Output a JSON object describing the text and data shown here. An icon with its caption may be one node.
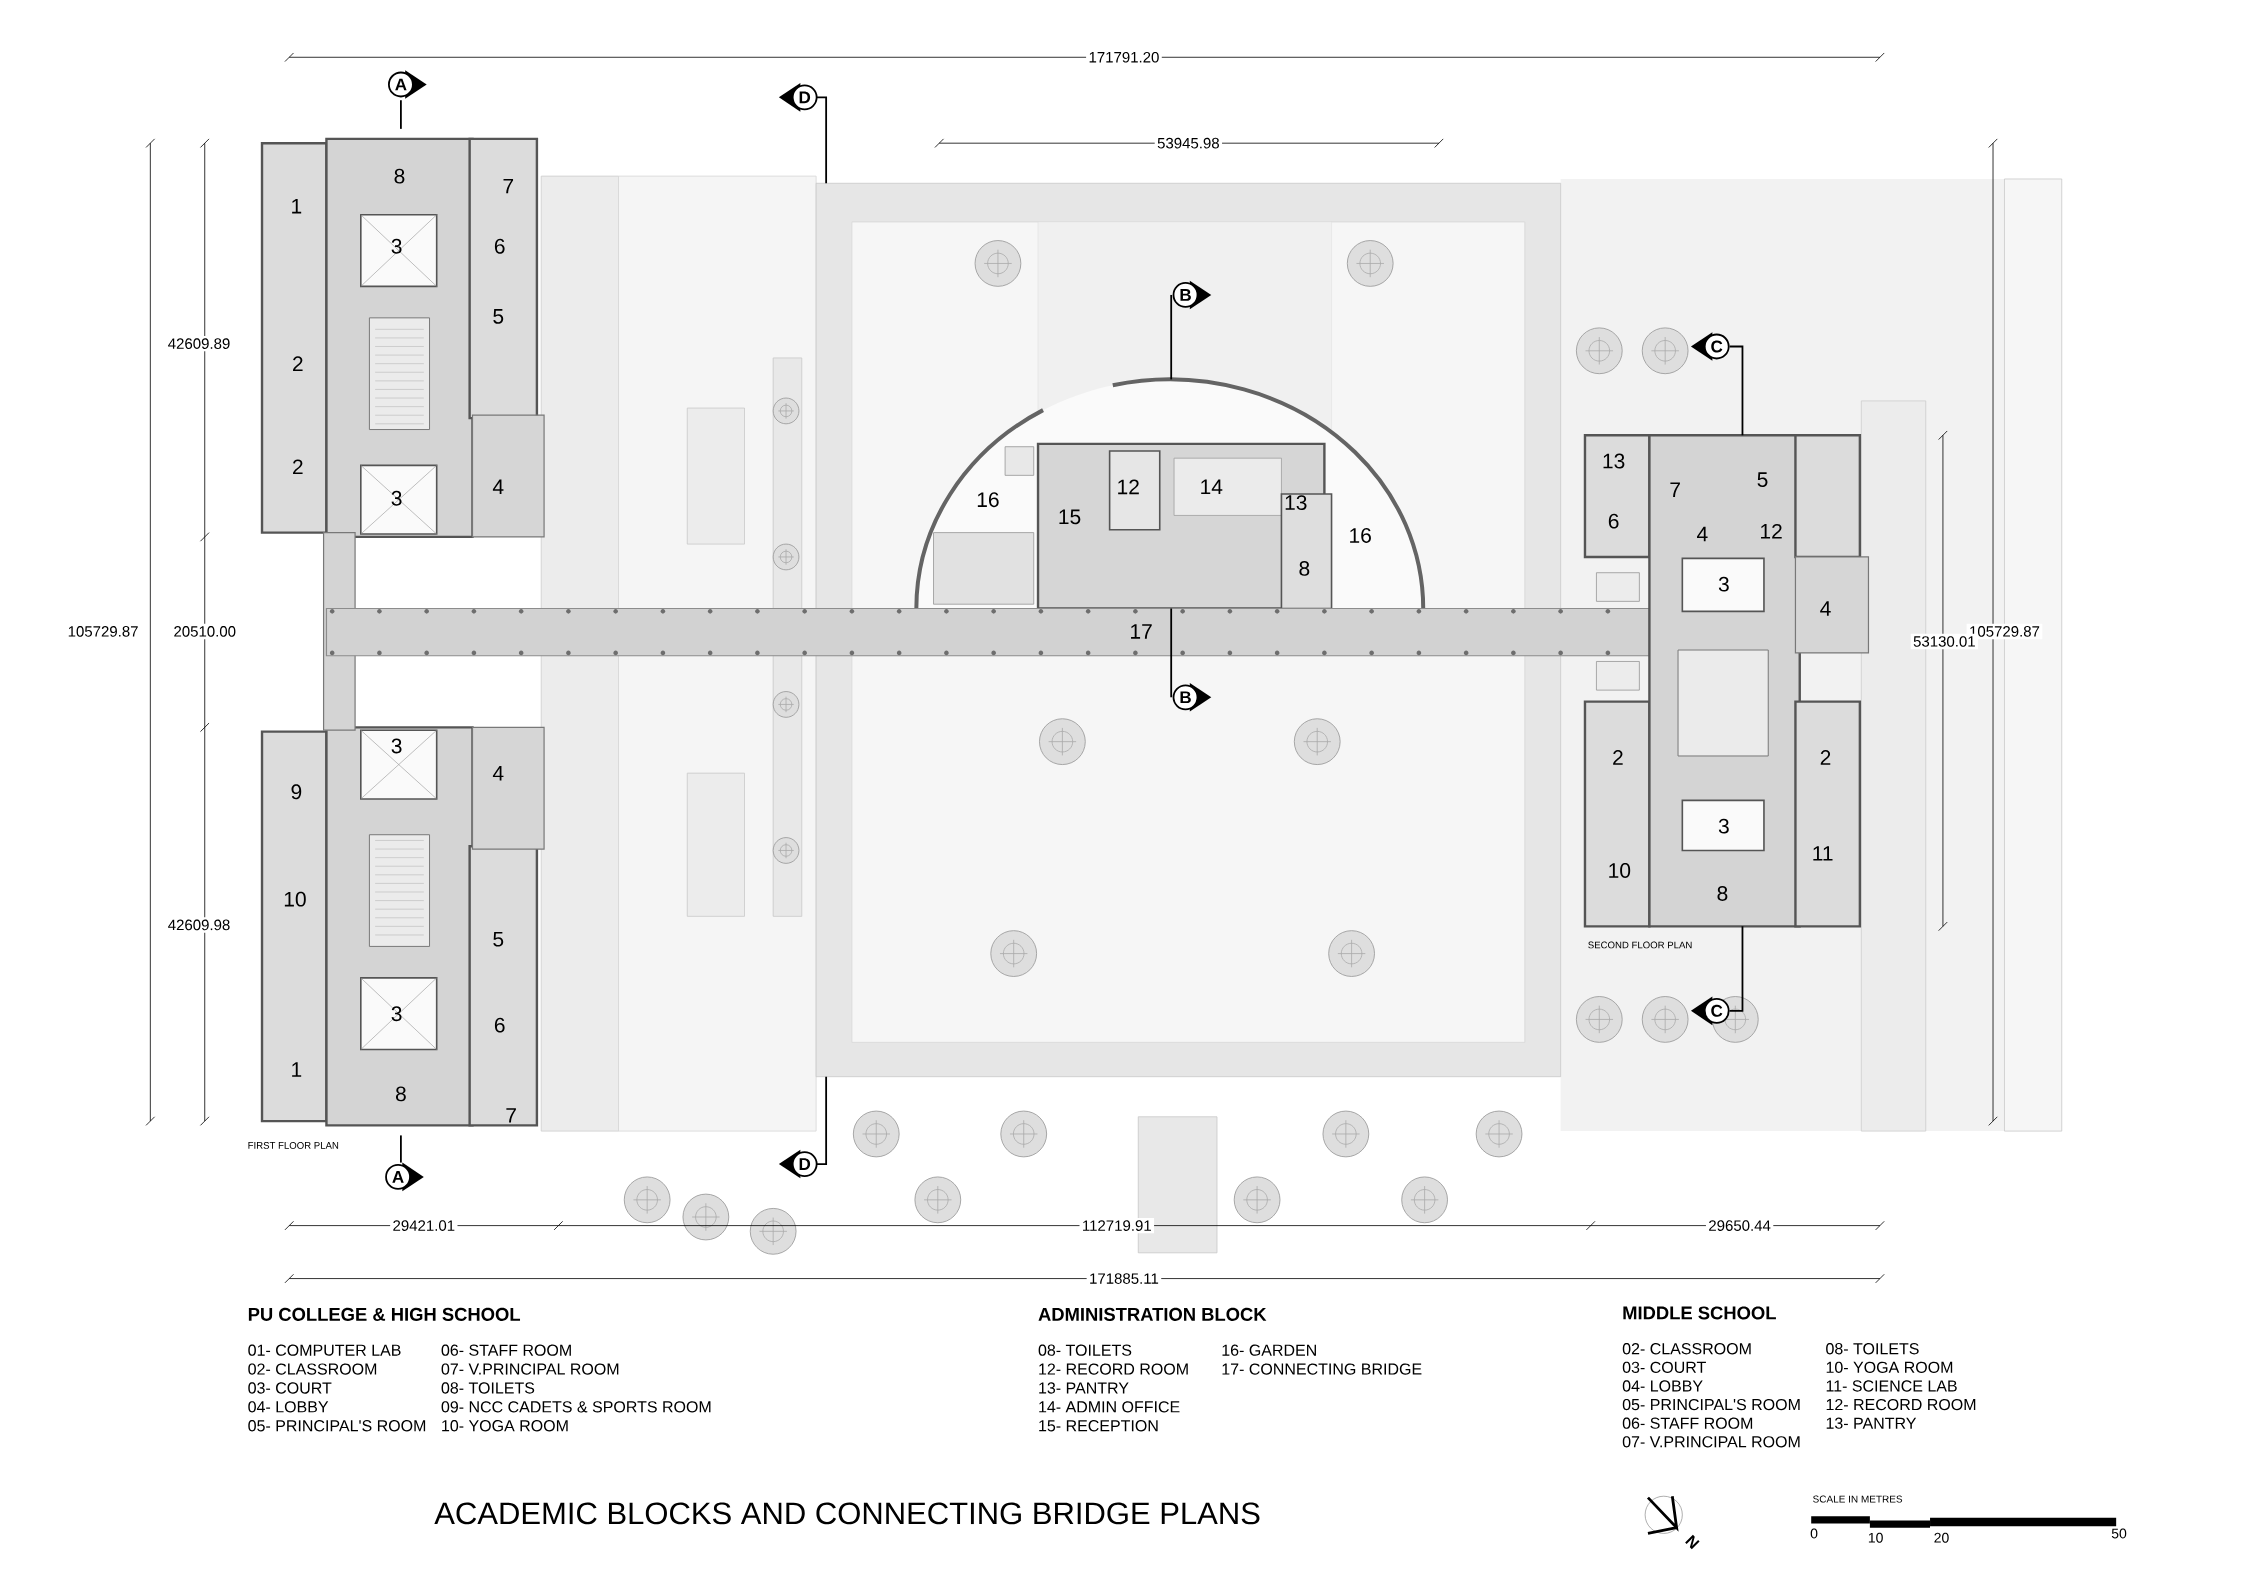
{
  "diagram": {
    "title": "ACADEMIC BLOCKS AND CONNECTING BRIDGE PLANS",
    "labels": [
      "171791.20",
      "A",
      "D",
      "53945.98",
      "42609.89",
      "1",
      "8",
      "7",
      "3",
      "6",
      "5",
      "2",
      "2",
      "4",
      "3",
      "B",
      "C",
      "16",
      "15",
      "12",
      "14",
      "13",
      "16",
      "8",
      "17",
      "13",
      "7",
      "5",
      "6",
      "4",
      "12",
      "3",
      "4",
      "105729.87",
      "20510.00",
      "105729.87",
      "53130.01",
      "B",
      "3",
      "9",
      "4",
      "10",
      "5",
      "3",
      "6",
      "1",
      "8",
      "7",
      "42609.98",
      "2",
      "2",
      "3",
      "11",
      "10",
      "8",
      "SECOND FLOOR PLAN",
      "C",
      "FIRST FLOOR PLAN",
      "D",
      "A",
      "29421.01",
      "112719.91",
      "29650.44",
      "171885.11",
      "PU COLLEGE & HIGH SCHOOL",
      "ADMINISTRATION BLOCK",
      "MIDDLE SCHOOL",
      "01- COMPUTER LAB",
      "02- CLASSROOM",
      "03- COURT",
      "04- LOBBY",
      "05- PRINCIPAL'S ROOM",
      "06- STAFF ROOM",
      "07- V.PRINCIPAL ROOM",
      "08- TOILETS",
      "09- NCC CADETS & SPORTS ROOM",
      "10- YOGA ROOM",
      "08- TOILETS",
      "12- RECORD ROOM",
      "13- PANTRY",
      "14- ADMIN OFFICE",
      "15- RECEPTION",
      "16- GARDEN",
      "17- CONNECTING BRIDGE",
      "02- CLASSROOM",
      "03- COURT",
      "04- LOBBY",
      "05- PRINCIPAL'S ROOM",
      "06- STAFF ROOM",
      "07- V.PRINCIPAL ROOM",
      "08- TOILETS",
      "10- YOGA ROOM",
      "11- SCIENCE LAB",
      "12- RECORD ROOM",
      "13- PANTRY",
      "SCALE IN METRES",
      "0",
      "10",
      "20",
      "50",
      "N"
    ]
  }
}
